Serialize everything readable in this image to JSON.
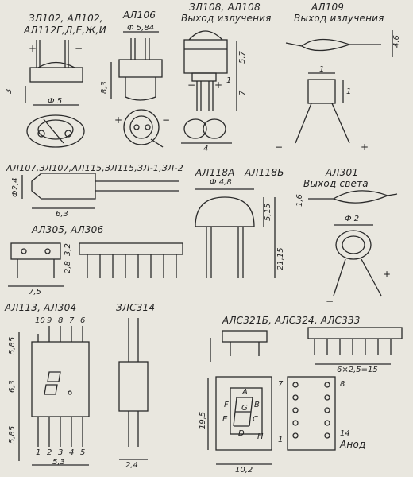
{
  "labels": {
    "al102": "ЗЛ102, АЛ102,",
    "al112": "АЛ112Г,Д,Е,Ж,И",
    "al106": "АЛ106",
    "zl108": "ЗЛ108, АЛ108",
    "emit1": "Выход излучения",
    "al109": "АЛ109",
    "emit2": "Выход излучения",
    "al107": "АЛ107,ЗЛ107,АЛ115,ЗЛ115,ЗЛ-1,ЗЛ-2",
    "al118": "АЛ118А - АЛ118Б",
    "al301": "АЛ301",
    "light": "Выход света",
    "al305": "АЛ305, АЛ306",
    "al113": "АЛ113, АЛ304",
    "zls314": "ЗЛС314",
    "als": "АЛС321Б, АЛС324, АЛС333",
    "anod": "Анод"
  },
  "dims": {
    "d3": "3",
    "d5": "Ф 5",
    "d584": "Ф 5,84",
    "d83": "8,3",
    "d57": "5,7",
    "d1a": "1",
    "d7": "7",
    "d4": "4",
    "d46": "4,6",
    "d1b": "1",
    "d1c": "1",
    "d24": "Ф2,4",
    "d63a": "6,3",
    "d48": "Ф 4,8",
    "d515": "5,15",
    "d2115": "21,15",
    "d16": "1,6",
    "d2": "Ф 2",
    "d32": "3,2",
    "d28": "2,8",
    "d75": "7,5",
    "d585a": "5,85",
    "d63b": "6,3",
    "d585b": "5,85",
    "d53": "5,3",
    "d24b": "2,4",
    "d62515": "6×2,5=15",
    "d195": "19,5",
    "d102": "10,2"
  },
  "pins_top": [
    "10",
    "9",
    "8",
    "7",
    "6"
  ],
  "pins_bottom": [
    "1",
    "2",
    "3",
    "4",
    "5"
  ],
  "segments": {
    "A": "A",
    "B": "B",
    "C": "C",
    "D": "D",
    "E": "E",
    "F": "F",
    "G": "G",
    "H": "H"
  },
  "pin_nums": {
    "p7": "7",
    "p8": "8",
    "p1": "1",
    "p14": "14"
  },
  "marks": {
    "plus": "+",
    "minus": "−"
  }
}
